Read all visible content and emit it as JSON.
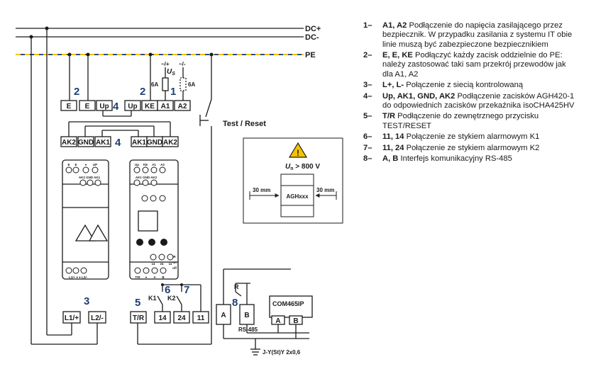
{
  "rails": {
    "dc_plus": "DC+",
    "dc_minus": "DC-",
    "pe": "PE"
  },
  "supply": {
    "polarity_left": "~/+",
    "polarity_right": "~/-",
    "us_label": "U",
    "us_sub": "S",
    "fuse_left": "6A",
    "fuse_right": "6A"
  },
  "switch_label": "Test / Reset",
  "numbers": {
    "n1": "1",
    "n2a": "2",
    "n2b": "2",
    "n3": "3",
    "n4a": "4",
    "n4b": "4",
    "n5": "5",
    "n6": "6",
    "n7": "7",
    "n8": "8"
  },
  "terminals": {
    "top_left": [
      "E",
      "E",
      "Up"
    ],
    "top_right": [
      "Up",
      "KE",
      "A1",
      "A2"
    ],
    "link_left": [
      "AK2",
      "GND",
      "AK1"
    ],
    "link_right": [
      "AK1",
      "GND",
      "AK2"
    ],
    "bottom_left": [
      "L1/+",
      "L2/-"
    ],
    "bottom_right": [
      "T/R",
      "14",
      "24",
      "11"
    ],
    "bus": [
      "A",
      "B"
    ],
    "com_bus": [
      "A",
      "B"
    ]
  },
  "device_left": {
    "top_labels": [
      "E",
      "E",
      "●",
      "UP"
    ],
    "ak_labels": "AK2 GND AK1",
    "bottom_labels": "L1/+  ●  ●  L2/-"
  },
  "device_right": {
    "top_labels": [
      "Up",
      "KE",
      "A1",
      "A2"
    ],
    "ak_labels": "AK1 GND AK2",
    "bottom_labels": [
      "T/R",
      "●",
      "A",
      "B"
    ],
    "mid_labels": [
      "14",
      "24",
      "11"
    ],
    "switch_labels": [
      "R",
      "on",
      "off"
    ]
  },
  "relays": {
    "k1": "K1",
    "k2": "K2",
    "r": "R"
  },
  "com": "COM465IP",
  "rs485": "RS-485",
  "cable": "J-Y(St)Y 2x0,6",
  "clearance": {
    "un_label": "U",
    "un_sub": "n",
    "un_value": " > 800 V",
    "left_mm": "30 mm",
    "right_mm": "30 mm",
    "device": "AGHxxx"
  },
  "legend": [
    {
      "n": "1–",
      "key": "A1, A2",
      "text": " Podłączenie do napięcia zasilającego przez bezpiecznik. W przypadku zasilania z systemu IT obie linie muszą być zabezpieczone bezpiecznikiem"
    },
    {
      "n": "2–",
      "key": "E, E, KE",
      "text": " Podłączyć każdy zacisk oddzielnie do PE: należy zastosować taki sam przekrój przewodów jak dla A1, A2"
    },
    {
      "n": "3–",
      "key": "L+, L-",
      "text": " Połączenie z siecią kontrolowaną"
    },
    {
      "n": "4–",
      "key": "Up, AK1, GND, AK2",
      "text": " Podłączenie zacisków AGH420-1 do odpowiednich zacisków przekaźnika isoCHA425HV"
    },
    {
      "n": "5–",
      "key": "T/R",
      "text": "   Podłączenie do zewnętrznego przycisku TEST/RESET"
    },
    {
      "n": "6–",
      "key": "11, 14",
      "text": " Połączenie ze stykiem alarmowym K1"
    },
    {
      "n": "7–",
      "key": "11, 24",
      "text": " Połączenie ze stykiem alarmowym K2"
    },
    {
      "n": "8–",
      "key": "A, B",
      "text": "  Interfejs komunikacyjny RS-485"
    }
  ],
  "colors": {
    "pe_line": "#f2c200",
    "accent_numbers": "#1f3f77",
    "warning": "#f5c400"
  }
}
